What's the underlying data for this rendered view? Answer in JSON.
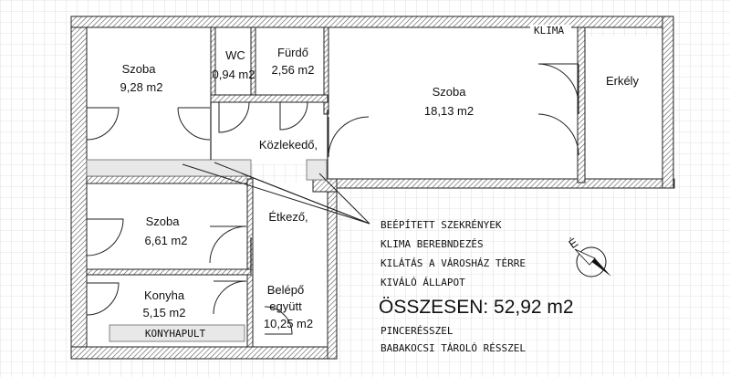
{
  "rooms": {
    "room_a": {
      "name": "Szoba",
      "area": "9,28 m2"
    },
    "wc": {
      "name": "WC",
      "area": "0,94 m2"
    },
    "bath": {
      "name": "Fürdő",
      "area": "2,56 m2"
    },
    "room_big": {
      "name": "Szoba",
      "area": "18,13 m2"
    },
    "balcony": {
      "name": "Erkély"
    },
    "corridor": {
      "name": "Közlekedő,"
    },
    "dining": {
      "name": "Étkező,"
    },
    "room_small": {
      "name": "Szoba",
      "area": "6,61 m2"
    },
    "kitchen": {
      "name": "Konyha",
      "area": "5,15 m2"
    },
    "entrance": {
      "line1": "Belépő",
      "line2": "együtt",
      "area": "10,25 m2"
    }
  },
  "labels": {
    "klima": "KLIMA",
    "konyhapult": "KONYHAPULT"
  },
  "notes": {
    "features": [
      "BEÉPÍTETT SZEKRÉNYEK",
      "KLIMA BEREBNDEZÉS",
      "KILÁTÁS A VÁROSHÁZ TÉRRE",
      "KIVÁLÓ ÁLLAPOT"
    ],
    "total": "ÖSSZESEN: 52,92 m2",
    "extras": [
      "PINCERÉSSZEL",
      "BABAKOCSI TÁROLÓ RÉSSZEL"
    ]
  },
  "compass": {
    "letter": "É"
  }
}
